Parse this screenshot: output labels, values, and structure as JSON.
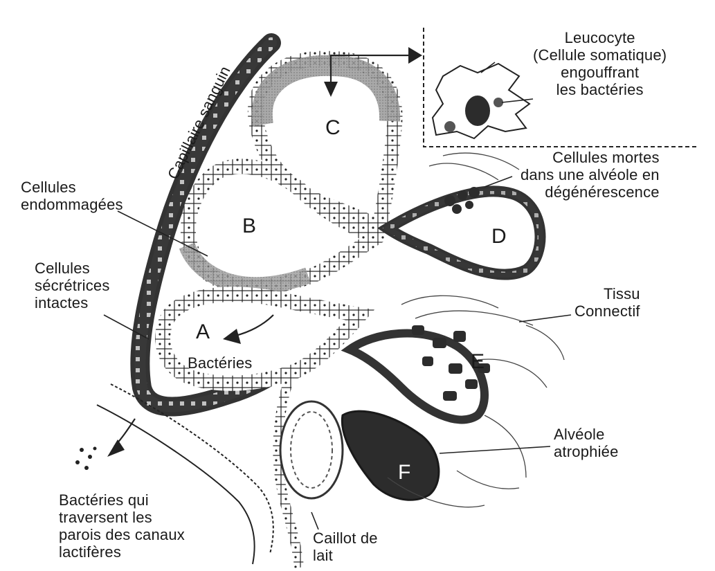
{
  "labels": {
    "leucocyte": "Leucocyte\n(Cellule somatique)\nengouffrant\nles bactéries",
    "capillaire": "Capillaire sanguin",
    "cellules_endommagees": "Cellules\nendommagées",
    "cellules_secretrices": "Cellules\nsécrétrices\nintactes",
    "cellules_mortes": "Cellules mortes\ndans une alvéole en\ndégénérescence",
    "tissu": "Tissu\nConnectif",
    "bacteries": "Bactéries",
    "bacteries_canaux": "Bactéries qui\ntraversent les\nparois des canaux\nlactifères",
    "alveole_atrophiee": "Alvéole\natrophiée",
    "caillot": "Caillot de\nlait"
  },
  "alveoli": {
    "a": "A",
    "b": "B",
    "c": "C",
    "d": "D",
    "e": "E",
    "f": "F"
  },
  "colors": {
    "ink": "#1a1a1a",
    "capillary": "#3a3a3a",
    "damaged_shade": "#8d8d8d",
    "dead_cells": "#2c2c2c"
  }
}
